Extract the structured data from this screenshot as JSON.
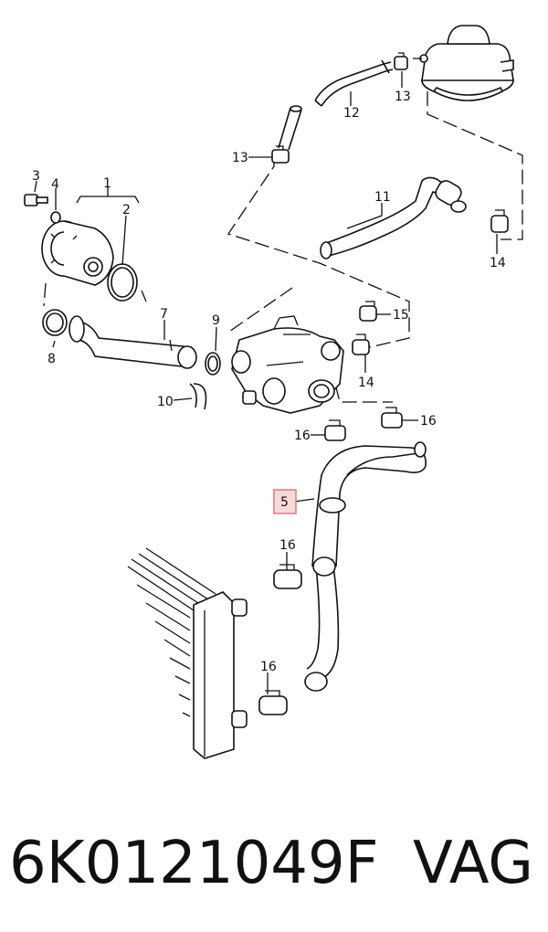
{
  "diagram": {
    "callouts": [
      {
        "id": "1",
        "label": "1"
      },
      {
        "id": "2",
        "label": "2"
      },
      {
        "id": "3",
        "label": "3"
      },
      {
        "id": "4",
        "label": "4"
      },
      {
        "id": "5",
        "label": "5",
        "highlighted": true
      },
      {
        "id": "7",
        "label": "7"
      },
      {
        "id": "8",
        "label": "8"
      },
      {
        "id": "9",
        "label": "9"
      },
      {
        "id": "10",
        "label": "10"
      },
      {
        "id": "11",
        "label": "11"
      },
      {
        "id": "12",
        "label": "12"
      },
      {
        "id": "13a",
        "label": "13"
      },
      {
        "id": "13b",
        "label": "13"
      },
      {
        "id": "14a",
        "label": "14"
      },
      {
        "id": "14b",
        "label": "14"
      },
      {
        "id": "15",
        "label": "15"
      },
      {
        "id": "16a",
        "label": "16"
      },
      {
        "id": "16b",
        "label": "16"
      },
      {
        "id": "16c",
        "label": "16"
      },
      {
        "id": "16d",
        "label": "16"
      }
    ],
    "highlight_color": "#e07a7a"
  },
  "footer": {
    "part_number": "6K0121049F",
    "brand": "VAG"
  }
}
